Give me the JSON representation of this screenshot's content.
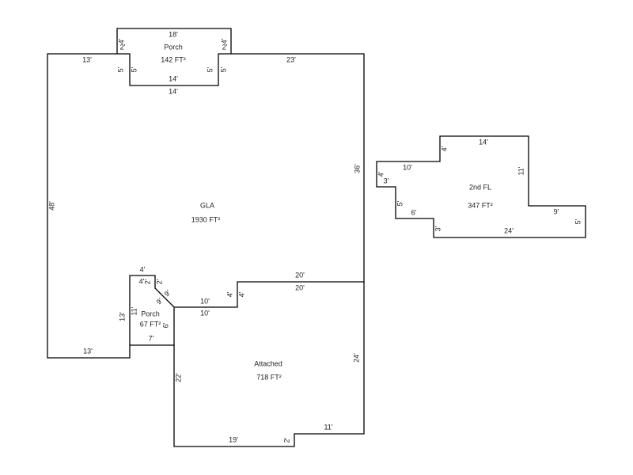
{
  "areas": {
    "porch_top": {
      "name": "Porch",
      "size": "142 FT²"
    },
    "gla": {
      "name": "GLA",
      "size": "1930 FT²"
    },
    "porch_small": {
      "name": "Porch",
      "size": "67 FT²"
    },
    "attached": {
      "name": "Attached",
      "size": "718 FT²"
    },
    "second_floor": {
      "name": "2nd FL",
      "size": "347 FT²"
    }
  },
  "dimensions": {
    "porch_top": [
      "18'",
      "4'",
      "2'",
      "4'",
      "2'",
      "5'",
      "5'",
      "5'",
      "5'",
      "14'",
      "14'"
    ],
    "gla": [
      "13'",
      "23'",
      "36'",
      "48'",
      "13'",
      "20'",
      "20'",
      "4'",
      "4'",
      "10'",
      "10'",
      "13'"
    ],
    "porch_small": [
      "4'",
      "4'",
      "2'",
      "2'",
      "9'",
      "9'",
      "11'",
      "6'",
      "7'"
    ],
    "attached": [
      "22'",
      "24'",
      "19'",
      "2'",
      "11'"
    ],
    "second_floor": [
      "14'",
      "4'",
      "10'",
      "4'",
      "3'",
      "11'",
      "5'",
      "6'",
      "3'",
      "9'",
      "5'",
      "24'"
    ]
  }
}
